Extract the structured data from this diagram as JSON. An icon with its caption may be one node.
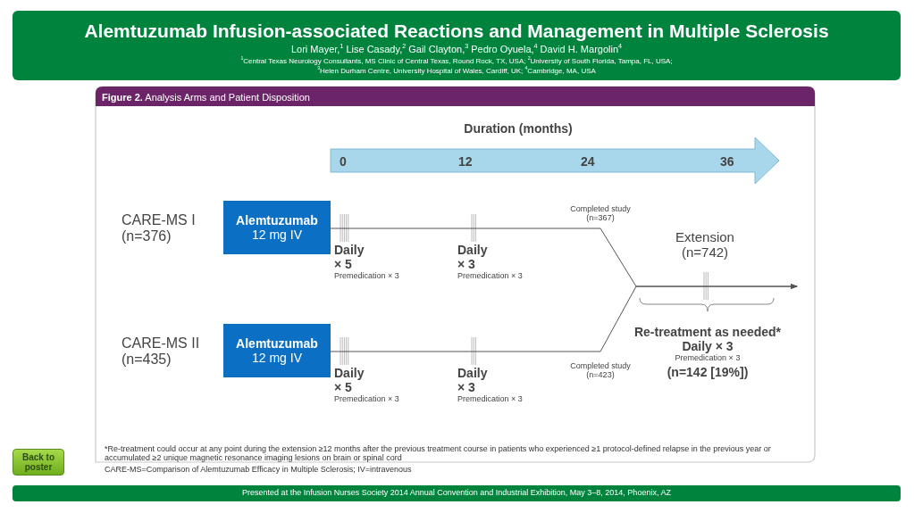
{
  "diagram": {
    "title": "Alemtuzumab Infusion-associated Reactions and Management in Multiple Sclerosis",
    "nodes": [
      {
        "text": [
          "Alemtuzumab",
          "12 mg IV"
        ],
        "beside": [
          "CARE-MS I (n=376)"
        ]
      },
      {
        "text": [
          "Alemtuzumab",
          "12 mg IV"
        ],
        "beside": [
          "CARE-MS II (n=435)"
        ]
      }
    ],
    "edges": [
      {
        "from": 0,
        "to": null,
        "arrow": "to"
      },
      {
        "from": 1,
        "to": null,
        "arrow": "to"
      }
    ],
    "labels": [
      "Lori Mayer,$^{1}$ Lise Casady,$^{2}$ Gail Clayton,$^{3}$ Pedro Oyuela,$^{4}$ David H. Margolin$^{4}$",
      "$^{1}$Central Texas Neurology Consultants, MS Clinic of Central Texas, Round Rock, TX, USA; $^{2}$University of South Florida, Tampa, FL, USA;",
      "$^{3}$Helen Durham Centre, University Hospital of Wales, Cardiff, UK; $^{4}$Cambridge, MA, USA",
      "**Figure 2.** Analysis Arms and Patient Disposition",
      "Duration (months)",
      "0",
      "12",
      "24",
      "36",
      "Completed study (n=367)",
      "Daily × 5",
      "Daily × 3",
      "Extension (n=742)",
      "Premedication × 3",
      "Premedication × 3",
      "Re-treatment as needed*",
      "Daily × 3",
      "Premedication × 3",
      "Daily × 5",
      "Daily × 3",
      "Completed study (n=423)",
      "(n=142 [19%])",
      "Premedication × 3",
      "Premedication × 3",
      "Back to poster",
      "*Re-treatment could occur at any point during the extension ≥12 months after the previous treatment course in patients who experienced ≥1 protocol-defined relapse in the previous year or accumulated ≥2 unique magnetic resonance imaging lesions on brain or spinal cord",
      "CARE-MS=Comparison of Alemtuzumab Efficacy in Multiple Sclerosis; IV=intravenous",
      "Presented at the Infusion Nurses Society 2014 Annual Convention and Industrial Exhibition, May 3–8, 2014, Phoenix, AZ"
    ]
  }
}
